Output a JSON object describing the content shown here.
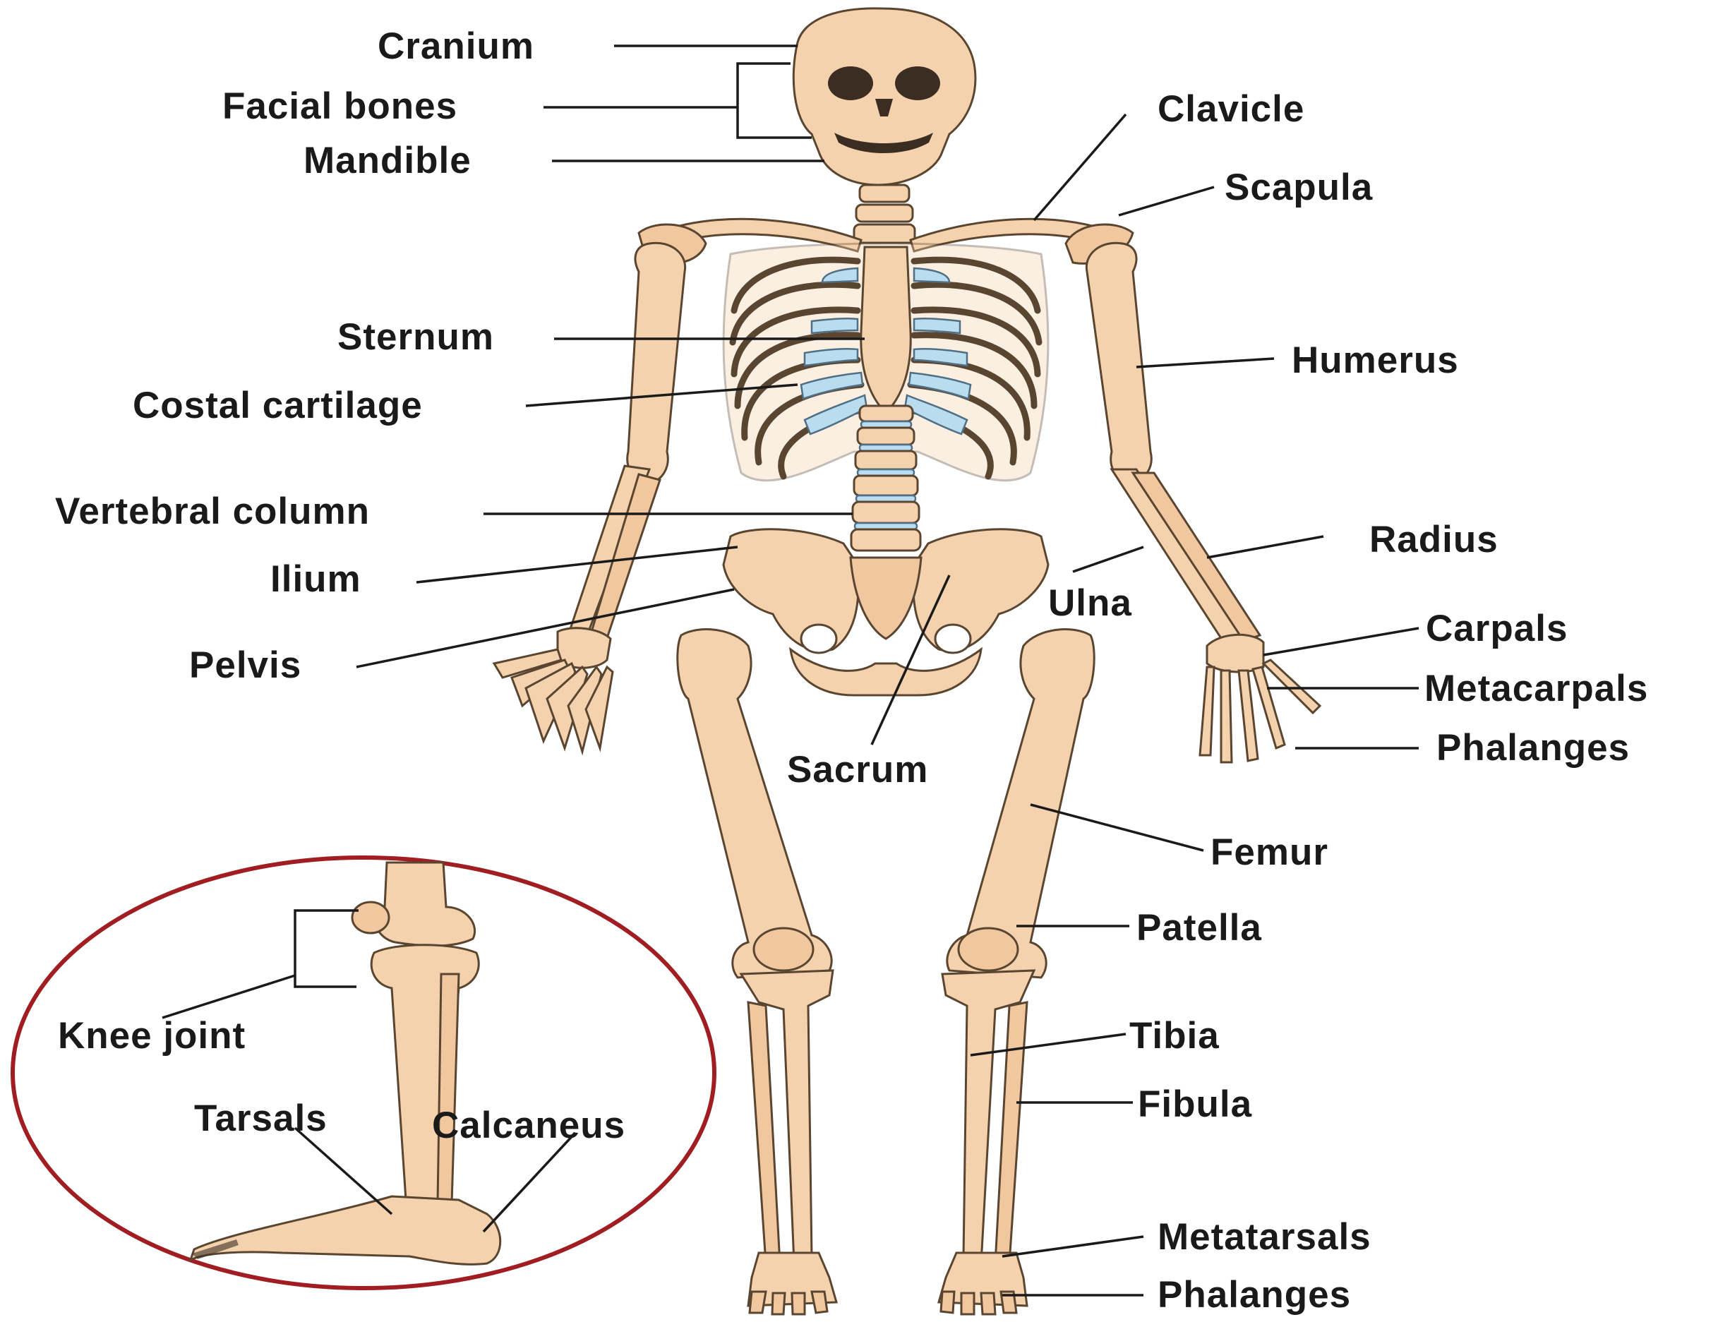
{
  "labels": {
    "cranium": "Cranium",
    "facial_bones": "Facial bones",
    "mandible": "Mandible",
    "clavicle": "Clavicle",
    "scapula": "Scapula",
    "sternum": "Sternum",
    "costal_cartilage": "Costal cartilage",
    "humerus": "Humerus",
    "vertebral_column": "Vertebral column",
    "radius": "Radius",
    "ilium": "Ilium",
    "ulna": "Ulna",
    "carpals": "Carpals",
    "pelvis": "Pelvis",
    "metacarpals": "Metacarpals",
    "phalanges_hand": "Phalanges",
    "sacrum": "Sacrum",
    "femur": "Femur",
    "patella": "Patella",
    "tibia": "Tibia",
    "fibula": "Fibula",
    "metatarsals": "Metatarsals",
    "phalanges_foot": "Phalanges",
    "knee_joint": "Knee joint",
    "tarsals": "Tarsals",
    "calcaneus": "Calcaneus"
  },
  "colors": {
    "bone": "#f5d2ae",
    "outline": "#5a4630",
    "cartilage": "#b9dcef",
    "inset_circle": "#a01e22",
    "text": "#1a1a1a"
  }
}
